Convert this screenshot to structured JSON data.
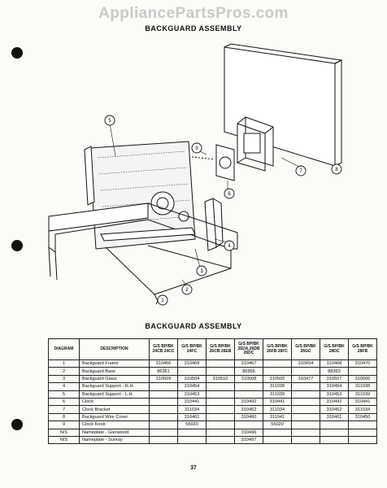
{
  "watermark": "AppliancePartsPros.com",
  "top_title": "BACKGUARD ASSEMBLY",
  "section_title": "BACKGUARD ASSEMBLY",
  "page_number": "37",
  "callouts": [
    "1",
    "2",
    "3",
    "4",
    "5",
    "6",
    "7",
    "8",
    "9"
  ],
  "table": {
    "headers": [
      "DIAGRAM",
      "DESCRIPTION",
      "G/S BP/BK 24CB 24CC",
      "G/S BP/BK 24FC",
      "G/S BP/BK 26CB 26EB",
      "G/S BP/BK 26DA,26DB 26DC",
      "G/S BP/BK 26FB 26FC",
      "G/S BP/BK 26GC",
      "G/S BP/BK 28DC",
      "G/S BP/BK 28FB"
    ],
    "rows": [
      {
        "cells": [
          "1",
          "Backguard Frame",
          "310466",
          "310469",
          "",
          "310467",
          "",
          "310654",
          "310468",
          "310470"
        ]
      },
      {
        "cells": [
          "2",
          "Backguard Base",
          "86361",
          "",
          "",
          "86956",
          "",
          "",
          "88363",
          ""
        ]
      },
      {
        "cells": [
          "3",
          "Backguard Glass",
          "310509",
          "310504",
          "310510",
          "310508",
          "310505",
          "310477",
          "310507",
          "310506"
        ]
      },
      {
        "cells": [
          "4",
          "Backguard Support - R.H.",
          "",
          "310454",
          "",
          "",
          "311038",
          "",
          "310454",
          "311038"
        ]
      },
      {
        "cells": [
          "5",
          "Backguard Support - L.H.",
          "",
          "310453",
          "",
          "",
          "311039",
          "",
          "310453",
          "311039"
        ]
      },
      {
        "cells": [
          "6",
          "Clock",
          "",
          "310441",
          "",
          "310492",
          "310441",
          "",
          "310492",
          "310441"
        ]
      },
      {
        "cells": [
          "7",
          "Clock Bracket",
          "",
          "311034",
          "",
          "310452",
          "311034",
          "",
          "310452",
          "311034"
        ]
      },
      {
        "cells": [
          "8",
          "Backguard Wire Cover",
          "",
          "310461",
          "",
          "310460",
          "311041",
          "",
          "310461",
          "310450"
        ]
      },
      {
        "cells": [
          "9",
          "Clock Knob",
          "",
          "55020",
          "",
          "",
          "55020",
          "",
          "",
          ""
        ]
      },
      {
        "cells": [
          "N/S",
          "Nameplate - Glenwood",
          "",
          "",
          "",
          "310496",
          "",
          "",
          "",
          ""
        ]
      },
      {
        "cells": [
          "N/S",
          "Nameplate - Sunray",
          "",
          "",
          "",
          "310497",
          "",
          "",
          "",
          ""
        ]
      }
    ]
  }
}
